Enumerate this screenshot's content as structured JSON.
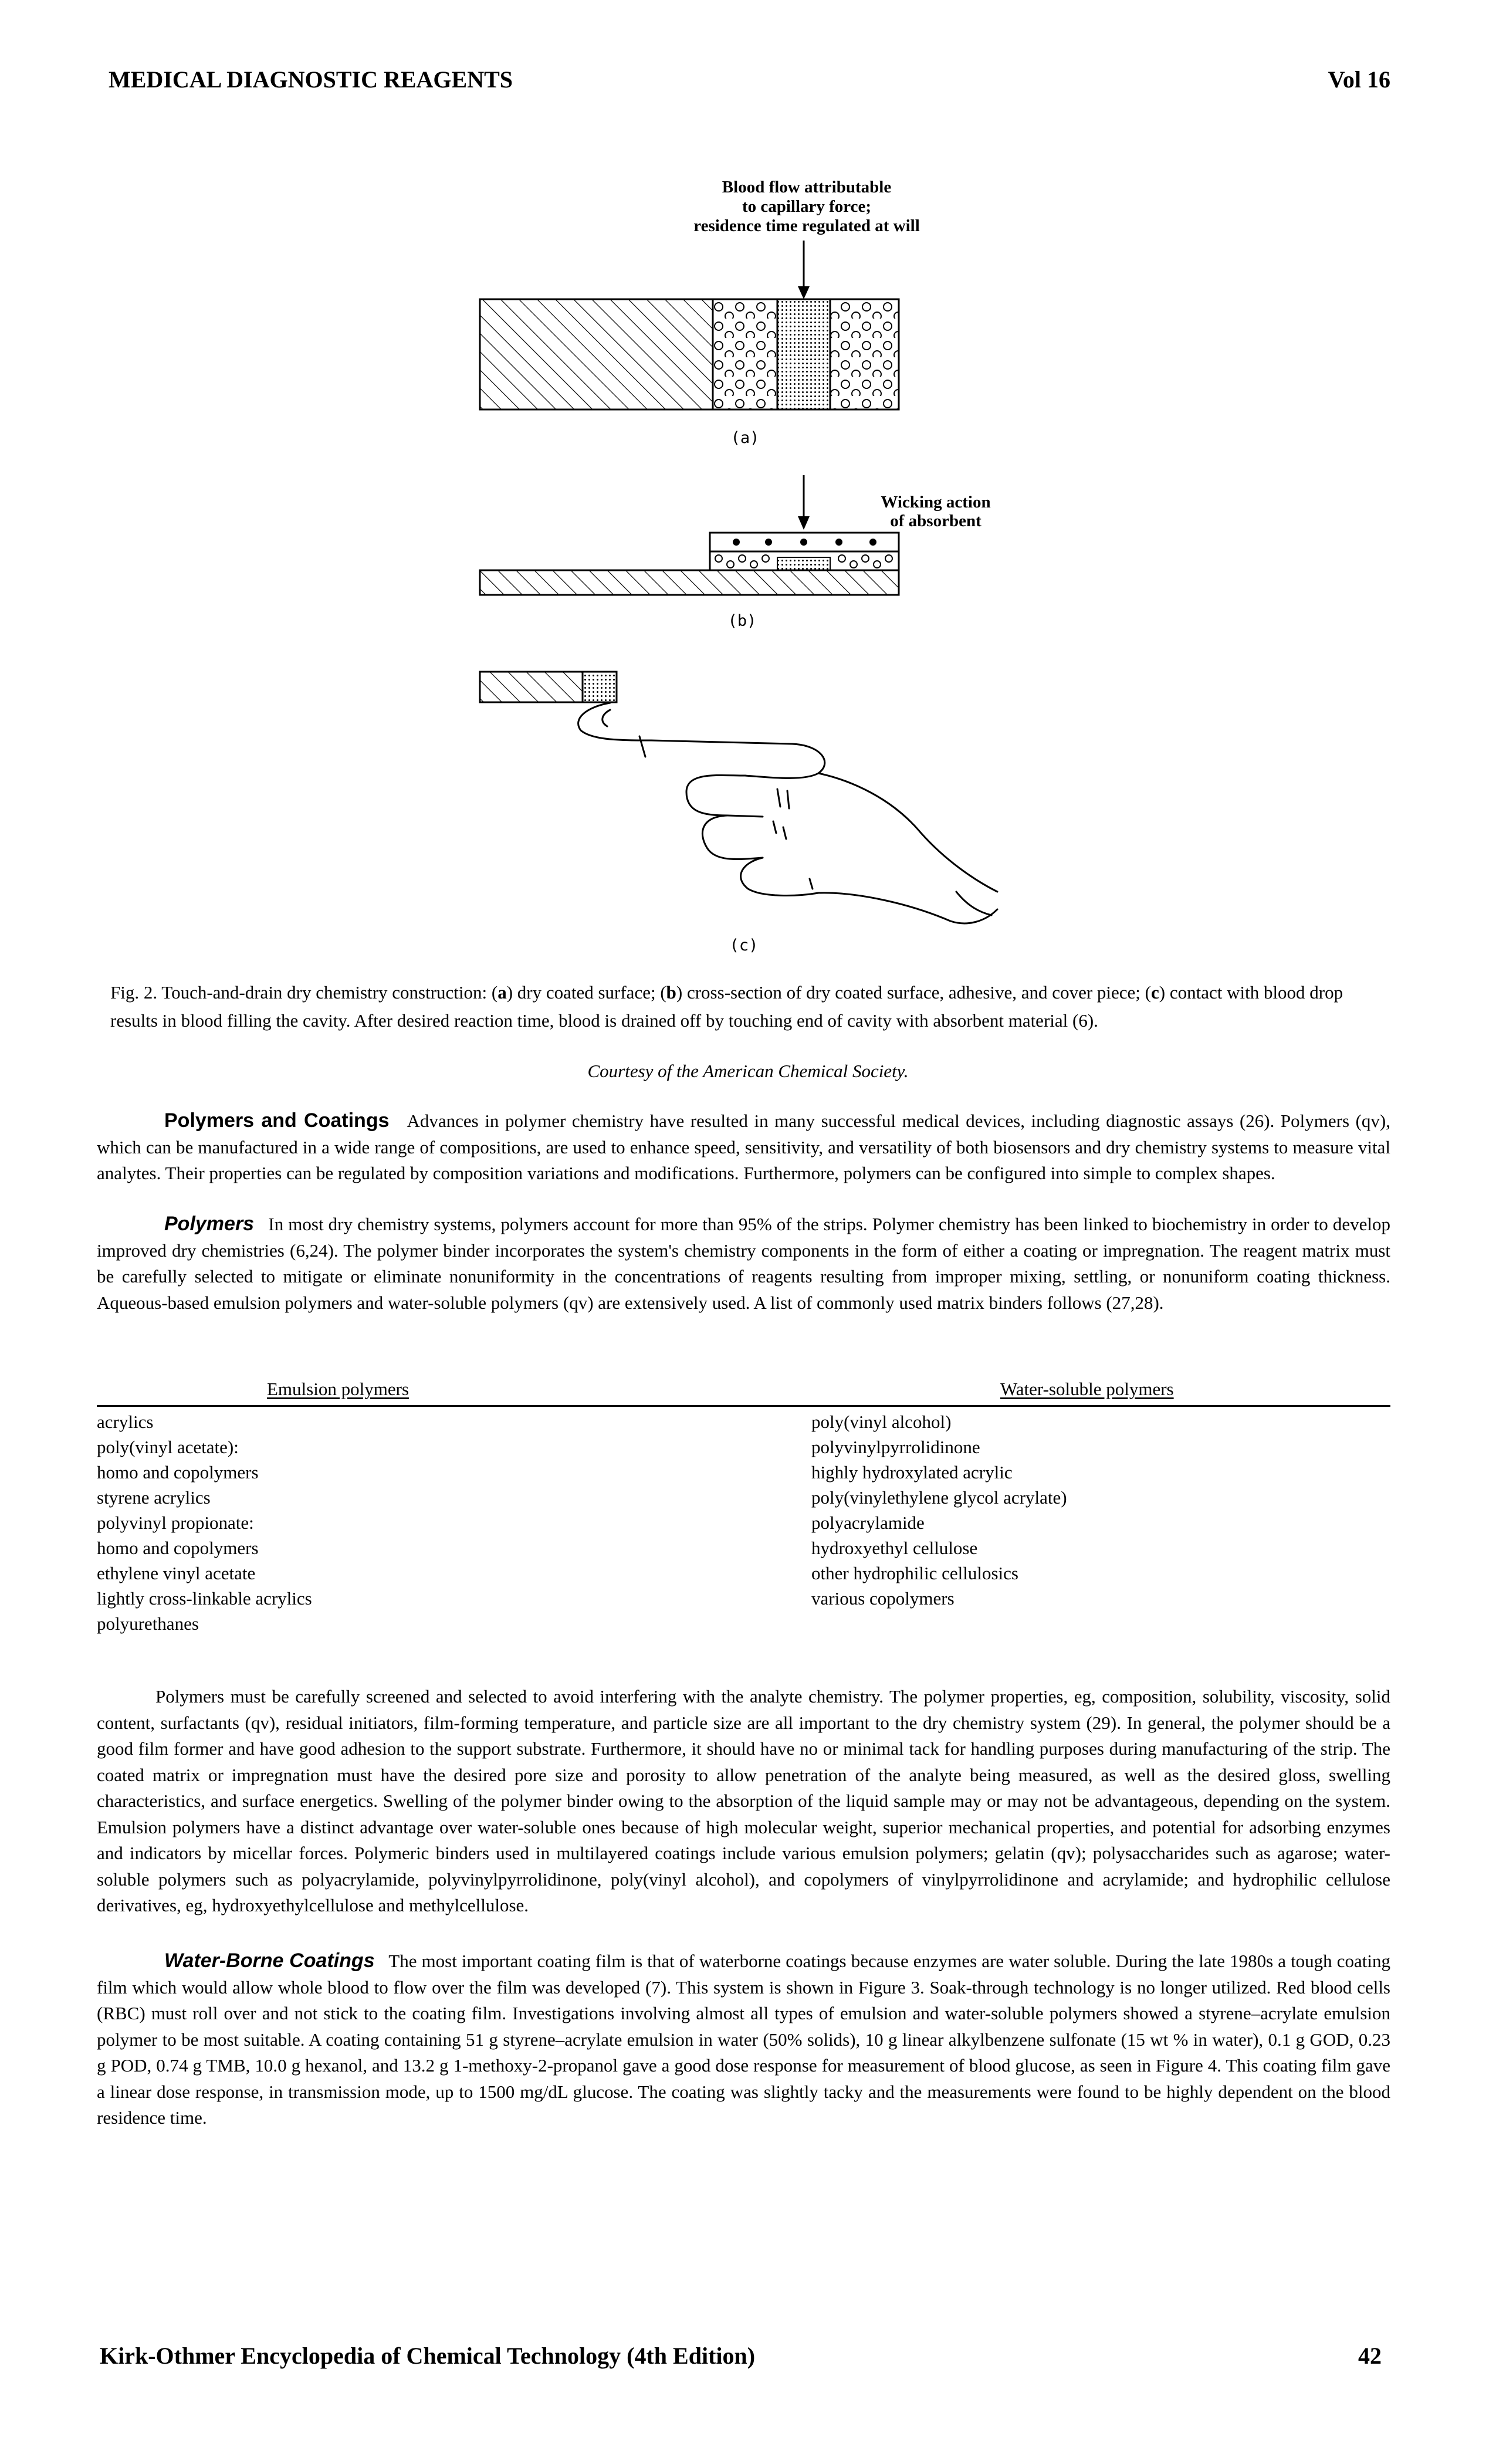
{
  "header": {
    "title": "MEDICAL DIAGNOSTIC REAGENTS",
    "volume": "Vol 16"
  },
  "figure": {
    "label_a_1": "Blood flow attributable",
    "label_a_2": "to capillary force;",
    "label_a_3": "residence time regulated at will",
    "panel_a": "(a)",
    "label_b_1": "Wicking action",
    "label_b_2": "of absorbent",
    "panel_b": "(b)",
    "panel_c": "(c)"
  },
  "caption": {
    "text_1": "Fig. 2. Touch-and-drain dry chemistry construction: (",
    "a": "a",
    "text_2": ") dry coated surface; (",
    "b": "b",
    "text_3": ") cross-section of dry coated surface, adhesive, and cover piece; (",
    "c": "c",
    "text_4": ") contact with blood drop results in blood filling the cavity. After desired reaction time, blood is drained off by touching end of cavity with absorbent material (6).",
    "courtesy": "Courtesy of the American Chemical Society."
  },
  "sections": {
    "polymers_coatings_heading": "Polymers and Coatings",
    "polymers_coatings_body": "Advances in polymer chemistry have resulted in many successful medical devices, including diagnostic assays (26). Polymers (qv), which can be manufactured in a wide range of compositions, are used to enhance speed, sensitivity, and versatility of both biosensors and dry chemistry systems to measure vital analytes. Their properties can be regulated by composition variations and modifications. Furthermore, polymers can be configured into simple to complex shapes.",
    "polymers_heading": "Polymers",
    "polymers_body": "In most dry chemistry systems, polymers account for more than 95% of the strips. Polymer chemistry has been linked to biochemistry in order to develop improved dry chemistries (6,24). The polymer binder incorporates the system's chemistry components in the form of either a coating or impregnation. The reagent matrix must be carefully selected to mitigate or eliminate nonuniformity in the concentrations of reagents resulting from improper mixing, settling, or nonuniform coating thickness. Aqueous-based emulsion polymers and water-soluble polymers (qv) are extensively used. A list of commonly used matrix binders follows (27,28).",
    "screening_body": "Polymers must be carefully screened and selected to avoid interfering with the analyte chemistry. The polymer properties, eg, composition, solubility, viscosity, solid content, surfactants (qv), residual initiators, film-forming temperature, and particle size are all important to the dry chemistry system (29). In general, the polymer should be a good film former and have good adhesion to the support substrate. Furthermore, it should have no or minimal tack for handling purposes during manufacturing of the strip. The coated matrix or impregnation must have the desired pore size and porosity to allow penetration of the analyte being measured, as well as the desired gloss, swelling characteristics, and surface energetics. Swelling of the polymer binder owing to the absorption of the liquid sample may or may not be advantageous, depending on the system. Emulsion polymers have a distinct advantage over water-soluble ones because of high molecular weight, superior mechanical properties, and potential for adsorbing enzymes and indicators by micellar forces. Polymeric binders used in multilayered coatings include various emulsion polymers; gelatin (qv); polysaccharides such as agarose; water-soluble polymers such as polyacrylamide, polyvinylpyrrolidinone, poly(vinyl alcohol), and copolymers of vinylpyrrolidinone and acrylamide; and hydrophilic cellulose derivatives, eg, hydroxyethylcellulose and methylcellulose.",
    "waterborne_heading": "Water-Borne Coatings",
    "waterborne_body": "The most important coating film is that of waterborne coatings because enzymes are water soluble. During the late 1980s a tough coating film which would allow whole blood to flow over the film was developed (7). This system is shown in Figure 3. Soak-through technology is no longer utilized. Red blood cells (RBC) must roll over and not stick to the coating film. Investigations involving almost all types of emulsion and water-soluble polymers showed a styrene–acrylate emulsion polymer to be most suitable. A coating containing 51 g styrene–acrylate emulsion in water (50% solids), 10 g linear alkylbenzene sulfonate (15 wt % in water), 0.1 g GOD, 0.23 g POD, 0.74 g TMB, 10.0 g hexanol, and 13.2 g 1-methoxy-2-propanol gave a good dose response for measurement of blood glucose, as seen in Figure 4. This coating film gave a linear dose response, in transmission mode, up to 1500 mg/dL glucose. The coating was slightly tacky and the measurements were found to be highly dependent on the blood residence time."
  },
  "binders_table": {
    "col1_header": "Emulsion polymers",
    "col2_header": "Water-soluble polymers",
    "col1": [
      "acrylics",
      "poly(vinyl acetate):",
      "homo and copolymers",
      "styrene acrylics",
      "polyvinyl propionate:",
      "homo and copolymers",
      "ethylene vinyl acetate",
      "lightly cross-linkable acrylics",
      "polyurethanes"
    ],
    "col2": [
      "poly(vinyl alcohol)",
      "polyvinylpyrrolidinone",
      "highly hydroxylated acrylic",
      "poly(vinylethylene glycol acrylate)",
      "polyacrylamide",
      "hydroxyethyl cellulose",
      "other hydrophilic cellulosics",
      "various copolymers"
    ]
  },
  "footer": {
    "source": "Kirk-Othmer Encyclopedia of Chemical Technology (4th Edition)",
    "page_number": "42"
  }
}
